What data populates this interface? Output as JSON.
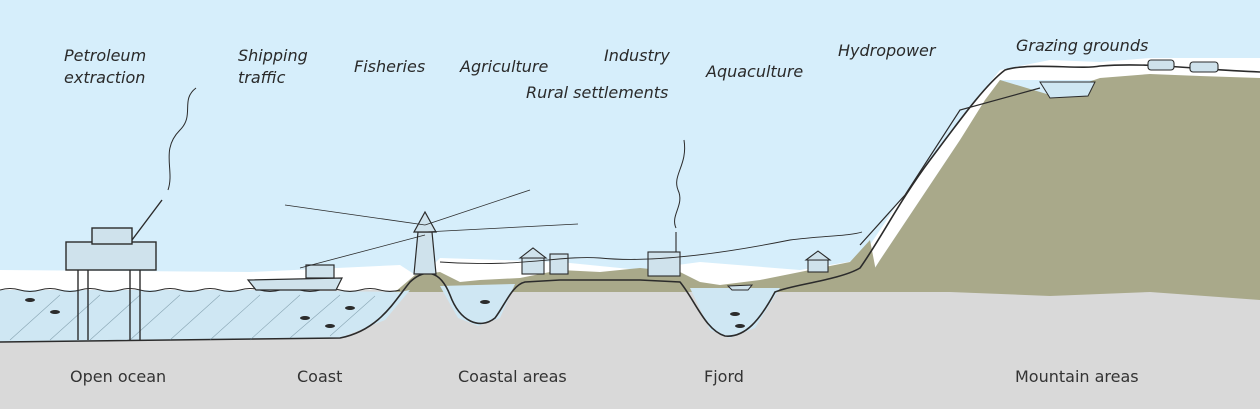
{
  "activities": {
    "petroleum_line1": "Petroleum",
    "petroleum_line2": "extraction",
    "shipping_line1": "Shipping",
    "shipping_line2": "traffic",
    "fisheries": "Fisheries",
    "agriculture": "Agriculture",
    "industry": "Industry",
    "rural_settlements": "Rural settlements",
    "aquaculture": "Aquaculture",
    "hydropower": "Hydropower",
    "grazing_grounds": "Grazing grounds"
  },
  "zones": {
    "open_ocean": "Open ocean",
    "coast": "Coast",
    "coastal_areas": "Coastal areas",
    "fjord": "Fjord",
    "mountain_areas": "Mountain areas"
  },
  "colors": {
    "sky": "#d6eefb",
    "ground": "#d9d9d9",
    "land": "#a9a98a",
    "sea": "#cfe7f3",
    "ink": "#2b2b2b"
  }
}
